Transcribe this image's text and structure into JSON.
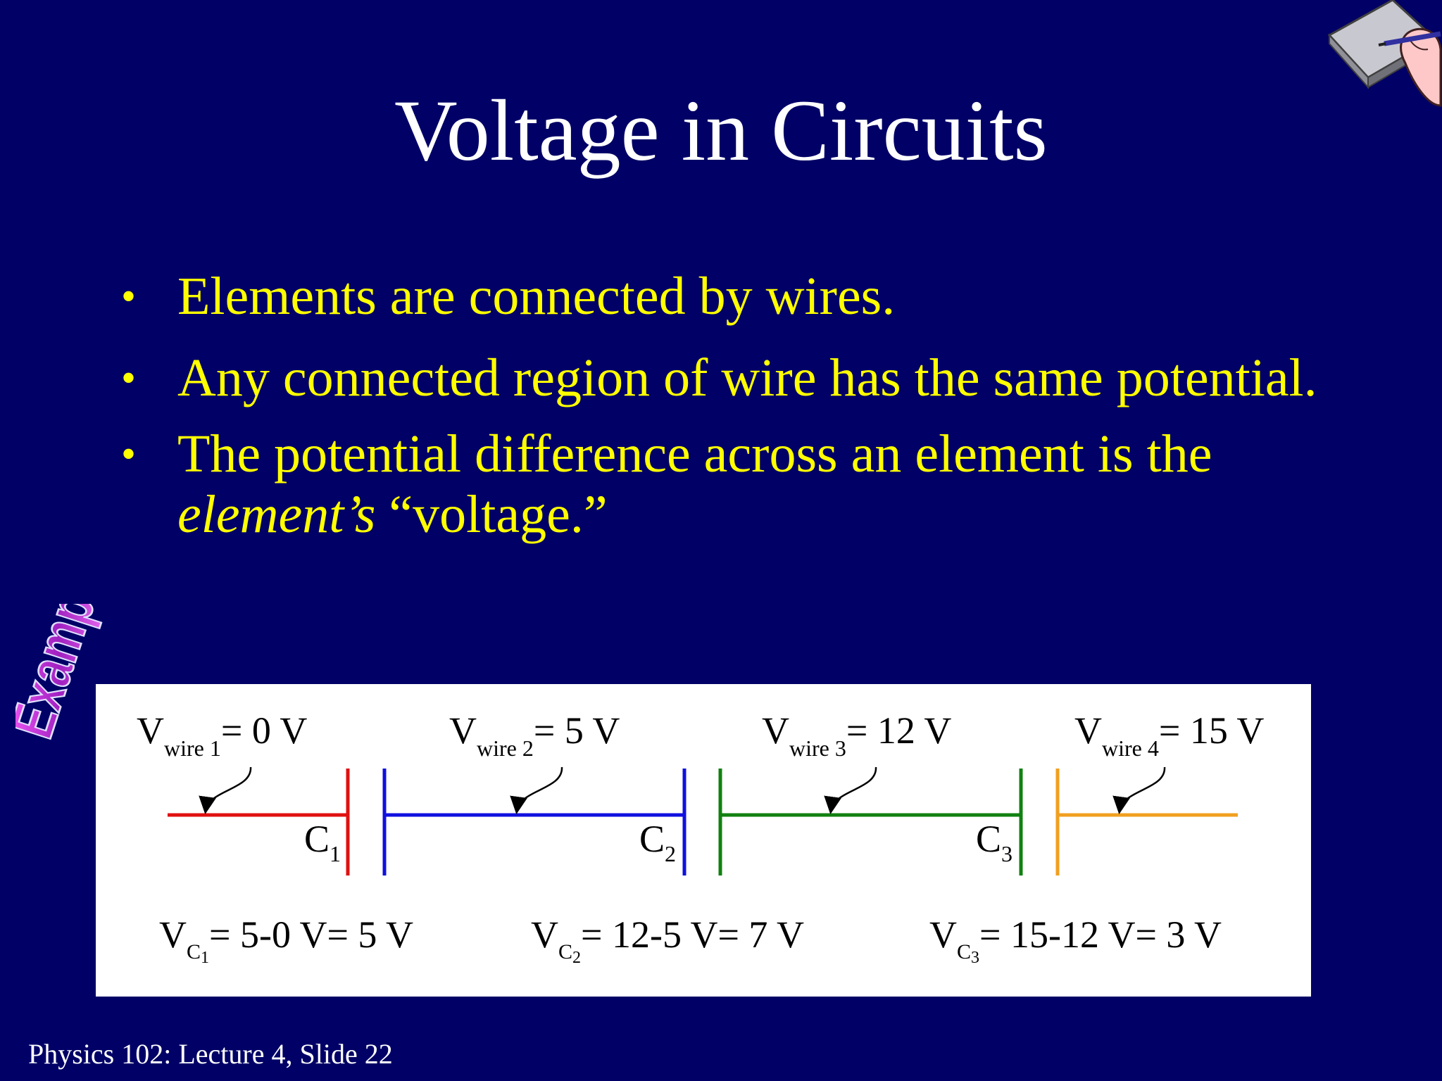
{
  "slide": {
    "title": "Voltage in Circuits",
    "bullets": [
      {
        "text": "Elements are connected by wires."
      },
      {
        "text": "Any connected region of wire has the same potential."
      },
      {
        "italic": "element’s",
        "text_before": "The potential difference across an element is the",
        "text_after": "“voltage.”"
      }
    ],
    "bullet_glyph": "•",
    "example_label": "Example",
    "footer": "Physics 102: Lecture 4, Slide 22"
  },
  "diagram": {
    "wires": [
      {
        "name": "wire 1",
        "value": "= 0 V",
        "color": "#e01010"
      },
      {
        "name": "wire 2",
        "value": "= 5 V",
        "color": "#1010e0"
      },
      {
        "name": "wire 3",
        "value": "= 12 V",
        "color": "#108010"
      },
      {
        "name": "wire 4",
        "value": "= 15 V",
        "color": "#f0a020"
      }
    ],
    "voltage_symbol": "V",
    "capacitors": [
      {
        "letter": "C",
        "sub": "1"
      },
      {
        "letter": "C",
        "sub": "2"
      },
      {
        "letter": "C",
        "sub": "3"
      }
    ],
    "equations": [
      {
        "sub_letter": "C",
        "sub_num": "1",
        "rhs": "= 5-0 V= 5 V"
      },
      {
        "sub_letter": "C",
        "sub_num": "2",
        "rhs": "= 12-5 V= 7 V"
      },
      {
        "sub_letter": "C",
        "sub_num": "3",
        "rhs": "= 15-12 V= 3 V"
      }
    ]
  },
  "icons": [
    "pen-and-tablet-icon",
    "example-stamp-icon"
  ]
}
